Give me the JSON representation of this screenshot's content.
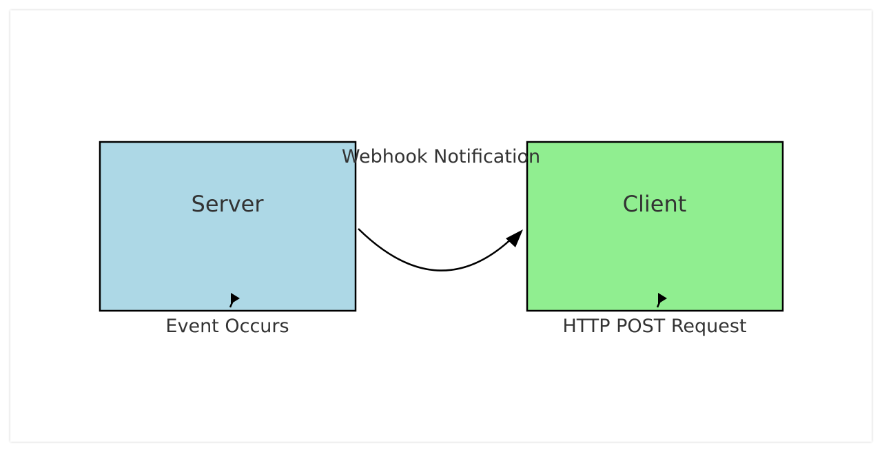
{
  "diagram": {
    "nodes": {
      "server": {
        "label": "Server",
        "caption": "Event Occurs",
        "fill": "#add8e6"
      },
      "client": {
        "label": "Client",
        "caption": "HTTP POST Request",
        "fill": "#90ee90"
      }
    },
    "edge": {
      "label": "Webhook Notification",
      "from": "Server",
      "to": "Client"
    },
    "colors": {
      "stroke": "#000000",
      "text": "#333333"
    }
  }
}
